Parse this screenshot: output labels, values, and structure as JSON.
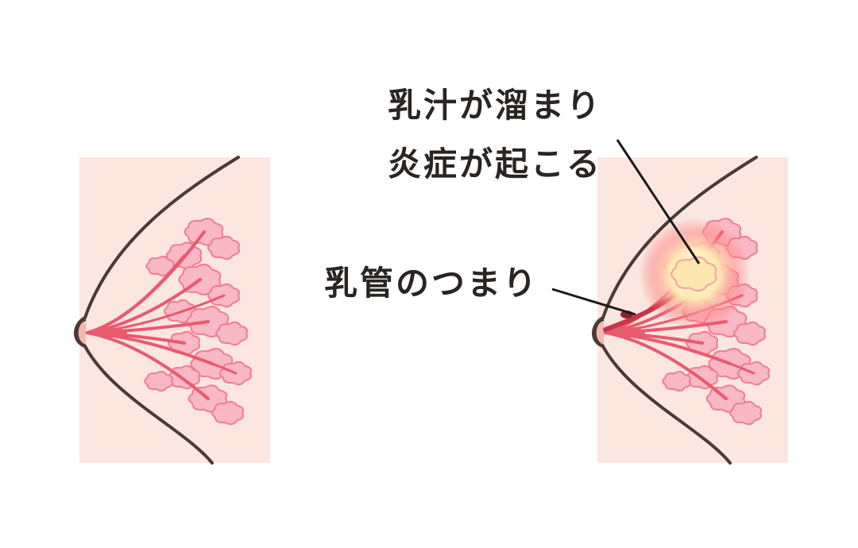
{
  "labels": {
    "milk_stasis_line1": "乳汁が溜まり",
    "milk_stasis_line2": "炎症が起こる",
    "duct_blockage": "乳管のつまり"
  },
  "colors": {
    "skin": "#fbe6e0",
    "outline": "#4a3a35",
    "duct": "#e85a6e",
    "duct_dark": "#c9344a",
    "lobule_fill": "#f9b8c4",
    "lobule_stroke": "#ef7d92",
    "inflammation_glow": "#ffe7b0",
    "text": "#2a2422"
  }
}
